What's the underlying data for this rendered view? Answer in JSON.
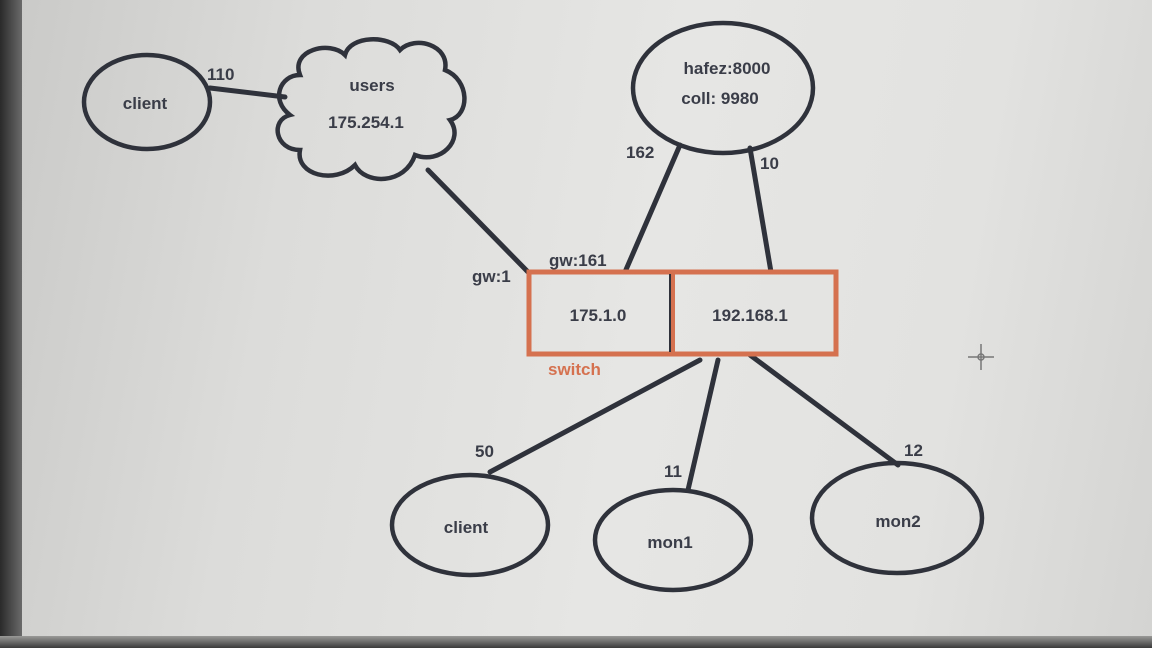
{
  "nodes": {
    "client_top": {
      "label": "client"
    },
    "users_cloud": {
      "label": "users",
      "subnet": "175.254.1"
    },
    "hafez": {
      "line1": "hafez:8000",
      "line2": "coll: 9980"
    },
    "switch": {
      "label": "switch",
      "left_subnet": "175.1.0",
      "right_subnet": "192.168.1"
    },
    "client_bottom": {
      "label": "client"
    },
    "mon1": {
      "label": "mon1"
    },
    "mon2": {
      "label": "mon2"
    }
  },
  "edge_labels": {
    "client_users": "110",
    "gw_left": "gw:1",
    "gw_161": "gw:161",
    "hafez_162": "162",
    "hafez_10": "10",
    "client_50": "50",
    "mon1_11": "11",
    "mon2_12": "12"
  },
  "colors": {
    "switch": "#d5714f",
    "ink": "#2f323b"
  }
}
